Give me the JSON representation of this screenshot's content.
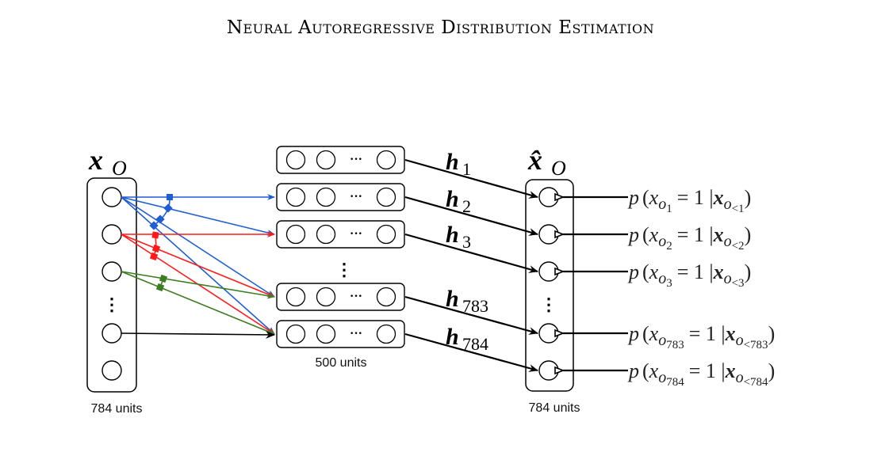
{
  "title": "Neural Autoregressive Distribution Estimation",
  "input_layer": {
    "symbol": "x",
    "subscript": "O",
    "units_label": "784 units",
    "ellipsis": "⋮"
  },
  "hidden_layer": {
    "units_label": "500 units",
    "row_ellipsis": "···",
    "stack_ellipsis": "⋮",
    "labels": [
      {
        "base": "h",
        "sub": "1"
      },
      {
        "base": "h",
        "sub": "2"
      },
      {
        "base": "h",
        "sub": "3"
      },
      {
        "base": "h",
        "sub": "783"
      },
      {
        "base": "h",
        "sub": "784"
      }
    ]
  },
  "output_layer": {
    "symbol": "x̂",
    "subscript": "O",
    "units_label": "784 units",
    "ellipsis": "⋮"
  },
  "conditionals": [
    {
      "p": "p",
      "open": "(",
      "x": "x",
      "o": "o",
      "idx": "1",
      "eq": "= 1 |",
      "cond": "x",
      "cond_o": "o",
      "cond_idx": "<1",
      "close": ")"
    },
    {
      "p": "p",
      "open": "(",
      "x": "x",
      "o": "o",
      "idx": "2",
      "eq": "= 1 |",
      "cond": "x",
      "cond_o": "o",
      "cond_idx": "<2",
      "close": ")"
    },
    {
      "p": "p",
      "open": "(",
      "x": "x",
      "o": "o",
      "idx": "3",
      "eq": "= 1 |",
      "cond": "x",
      "cond_o": "o",
      "cond_idx": "<3",
      "close": ")"
    },
    {
      "p": "p",
      "open": "(",
      "x": "x",
      "o": "o",
      "idx": "783",
      "eq": "= 1 |",
      "cond": "x",
      "cond_o": "o",
      "cond_idx": "<783",
      "close": ")"
    },
    {
      "p": "p",
      "open": "(",
      "x": "x",
      "o": "o",
      "idx": "784",
      "eq": "= 1 |",
      "cond": "x",
      "cond_o": "o",
      "cond_idx": "<784",
      "close": ")"
    }
  ],
  "colors": {
    "blue": "#1f5fd1",
    "red": "#ff1a1a",
    "green": "#3c7d22",
    "black": "#000000",
    "gray_text": "#333333"
  }
}
